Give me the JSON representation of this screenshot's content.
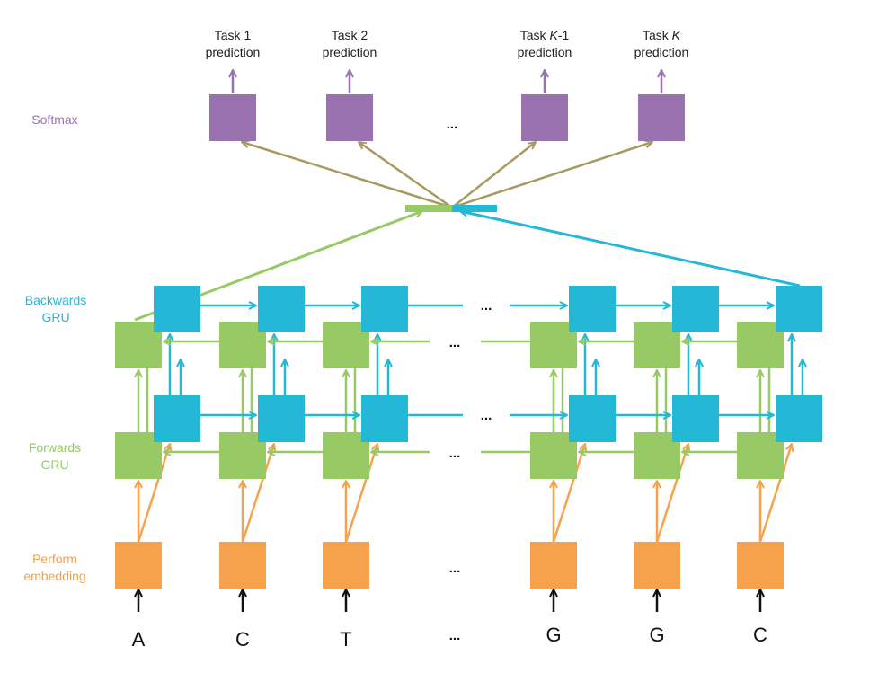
{
  "colors": {
    "softmax": "#9b72b0",
    "backward": "#23b8d6",
    "forward": "#97c965",
    "embedding": "#f6a14c",
    "merge_line": "#a89a5e",
    "text_dark": "#111111"
  },
  "row_labels": {
    "softmax": "Softmax",
    "backward_line1": "Backwards",
    "backward_line2": "GRU",
    "forward_line1": "Forwards",
    "forward_line2": "GRU",
    "embedding_line1": "Perform",
    "embedding_line2": "embedding"
  },
  "tasks": [
    {
      "line1": "Task 1",
      "line2": "prediction"
    },
    {
      "line1": "Task 2",
      "line2": "prediction"
    },
    {
      "line1": "Task K-1",
      "line2": "prediction"
    },
    {
      "line1": "Task K",
      "line2": "prediction"
    }
  ],
  "ellipsis": "...",
  "tokens": [
    "A",
    "C",
    "T",
    "G",
    "G",
    "C"
  ]
}
